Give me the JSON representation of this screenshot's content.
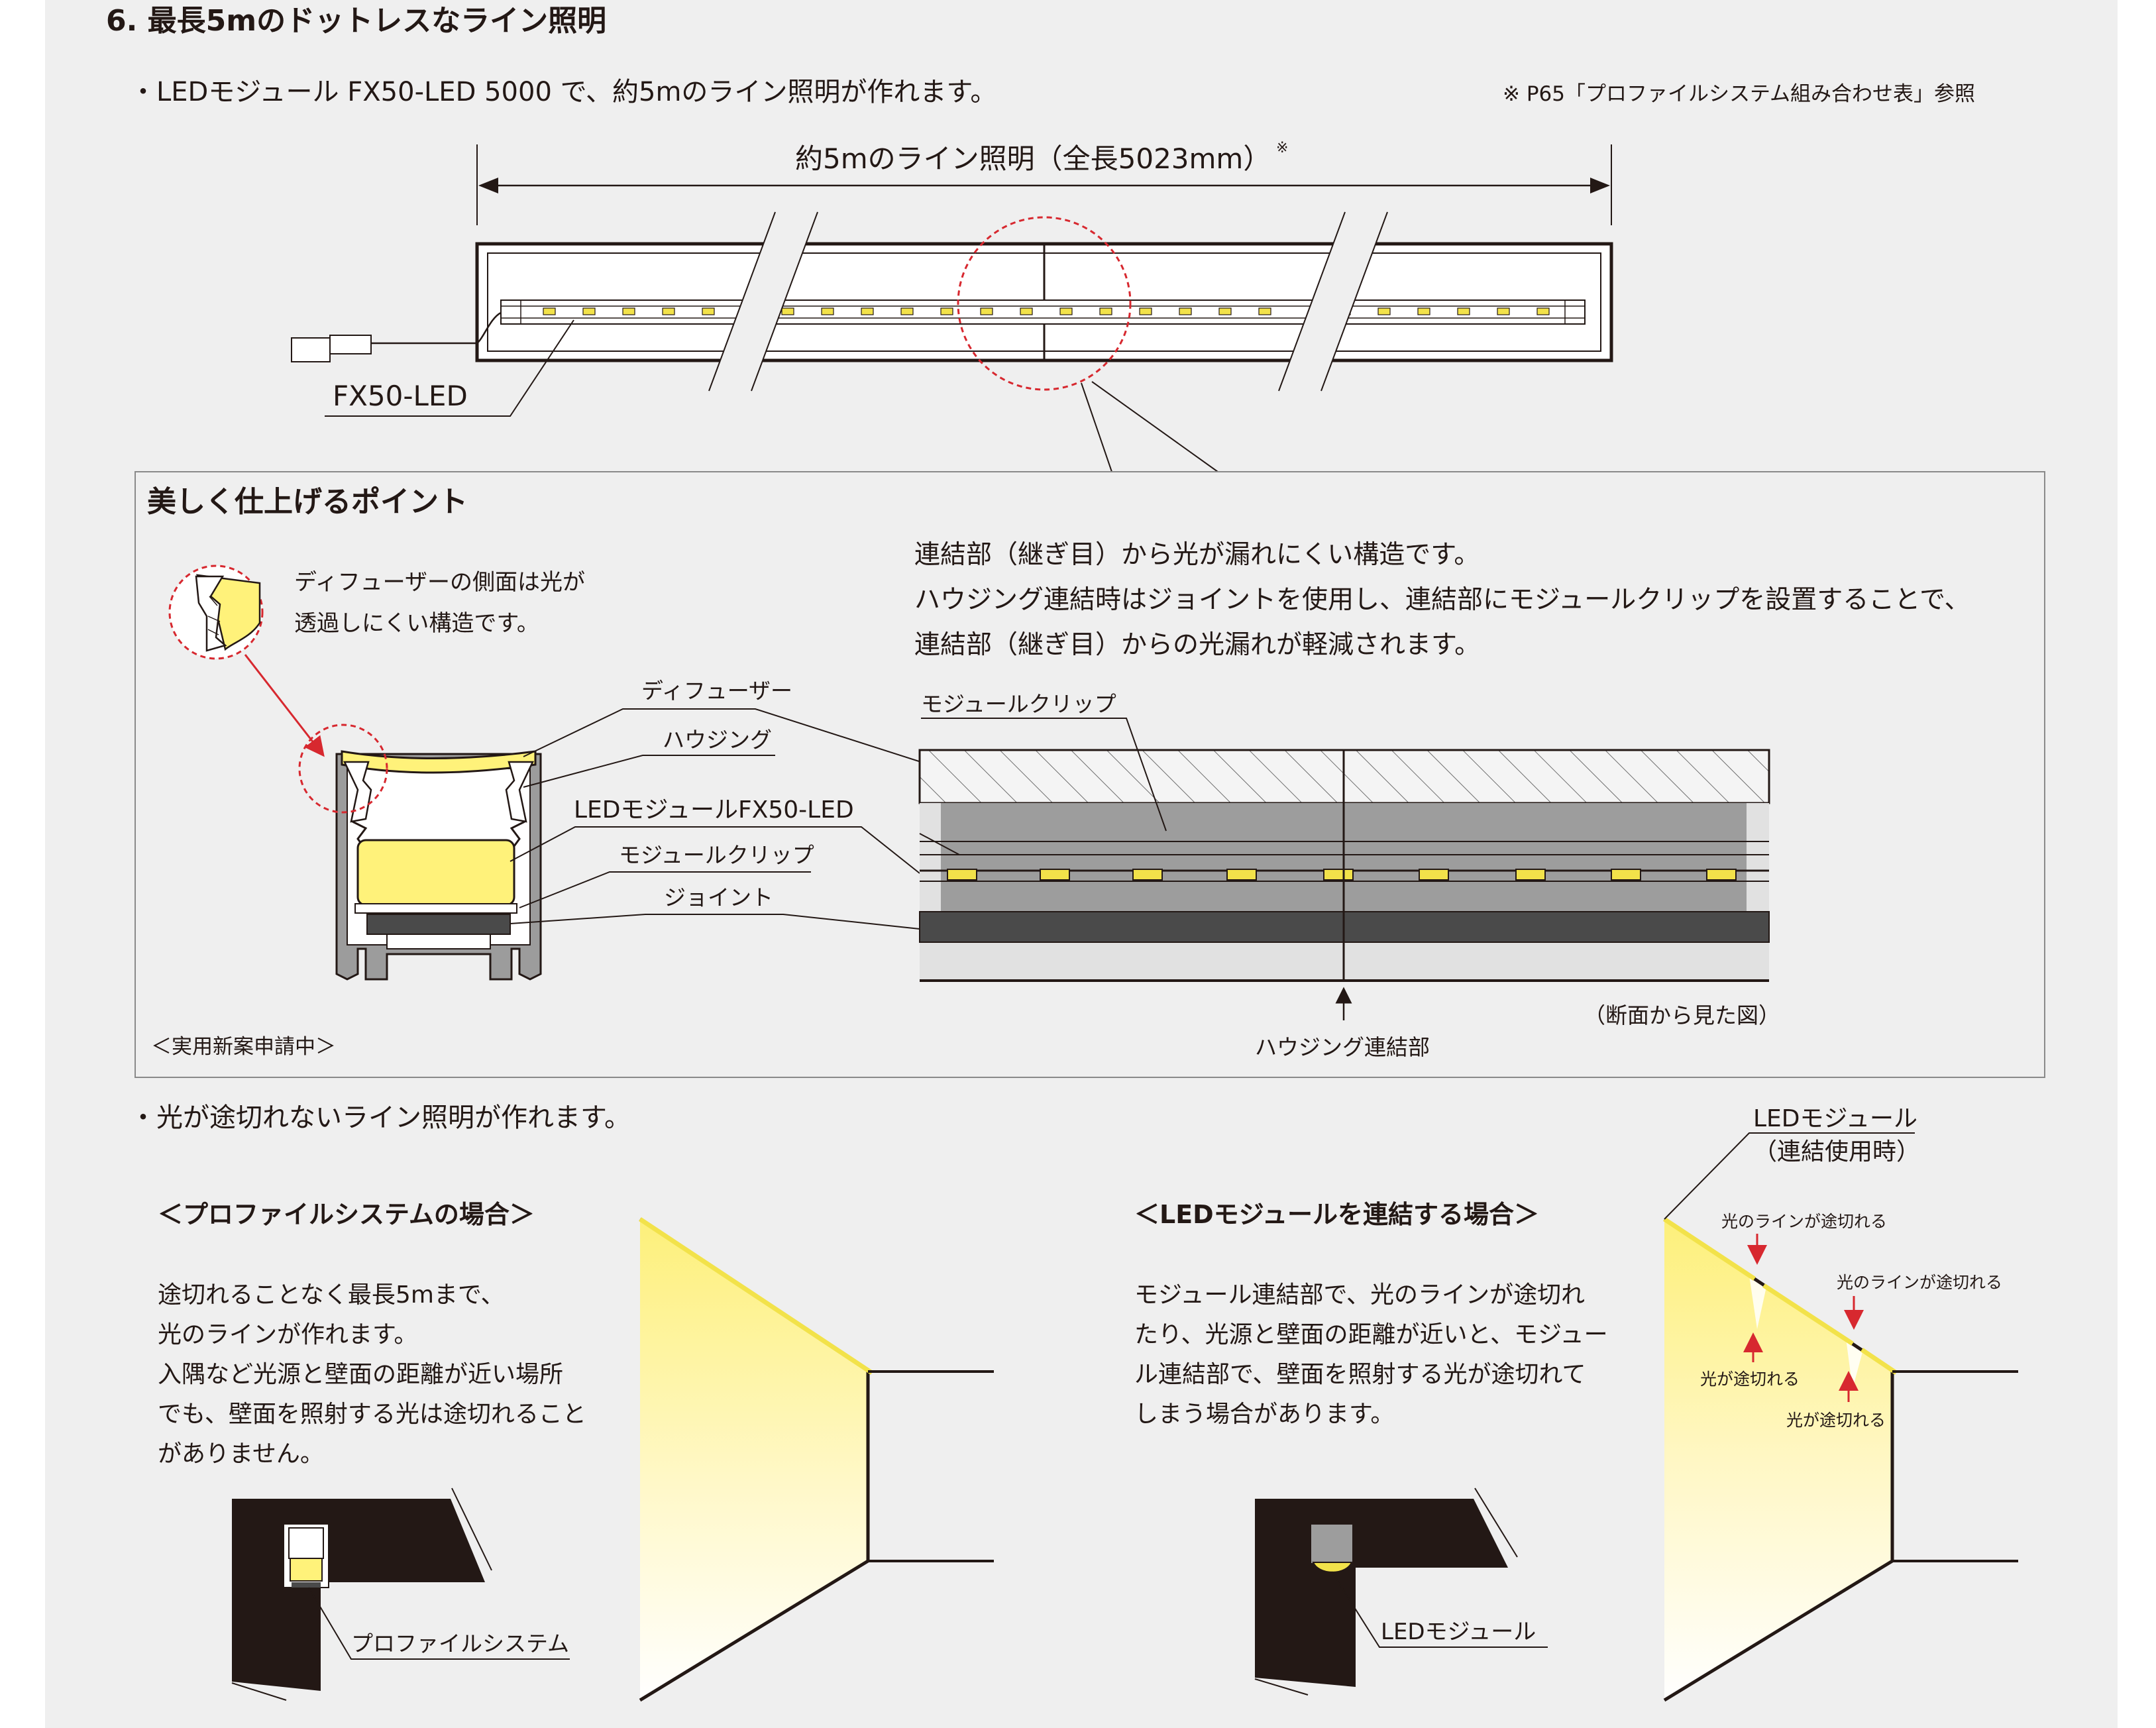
{
  "section": {
    "title": "6. 最長5mのドットレスなライン照明",
    "bullet1": "・LEDモジュール FX50-LED 5000 で、約5mのライン照明が作れます。",
    "reference": "※ P65「プロファイルシステム組み合わせ表」参照",
    "dimension_label": "約5mのライン照明（全長5023mm）",
    "dimension_mark": "※",
    "module_label": "FX50-LED"
  },
  "point_box": {
    "title": "美しく仕上げるポイント",
    "diffuser_note": [
      "ディフューザーの側面は光が",
      "透過しにくい構造です。"
    ],
    "joint_note": [
      "連結部（継ぎ目）から光が漏れにくい構造です。",
      "ハウジング連結時はジョイントを使用し、連結部にモジュールクリップを設置することで、",
      "連結部（継ぎ目）からの光漏れが軽減されます。"
    ],
    "parts": {
      "diffuser": "ディフューザー",
      "housing": "ハウジング",
      "led_module": "LEDモジュールFX50-LED",
      "module_clip": "モジュールクリップ",
      "joint": "ジョイント"
    },
    "section_clip_label": "モジュールクリップ",
    "housing_joint_label": "ハウジング連結部",
    "section_view_note": "（断面から見た図）",
    "patent_note": "＜実用新案申請中＞"
  },
  "bullet2": "・光が途切れないライン照明が作れます。",
  "profile_case": {
    "heading": "＜プロファイルシステムの場合＞",
    "body": [
      "途切れることなく最長5mまで、",
      "光のラインが作れます。",
      "入隅など光源と壁面の距離が近い場所",
      "でも、壁面を照射する光は途切れること",
      "がありません。"
    ],
    "label": "プロファイルシステム"
  },
  "led_case": {
    "heading": "＜LEDモジュールを連結する場合＞",
    "body": [
      "モジュール連結部で、光のラインが途切れ",
      "たり、光源と壁面の距離が近いと、モジュー",
      "ル連結部で、壁面を照射する光が途切れて",
      "しまう場合があります。"
    ],
    "label": "LEDモジュール",
    "module_label_line1": "LEDモジュール",
    "module_label_line2": "（連結使用時）",
    "line_break_1": "光のラインが途切れる",
    "line_break_2": "光のラインが途切れる",
    "light_break_1": "光が途切れる",
    "light_break_2": "光が途切れる"
  },
  "colors": {
    "background": "#efefef",
    "led_yellow": "#fff27a",
    "dark": "#231815",
    "accent_red": "#d7282f"
  }
}
